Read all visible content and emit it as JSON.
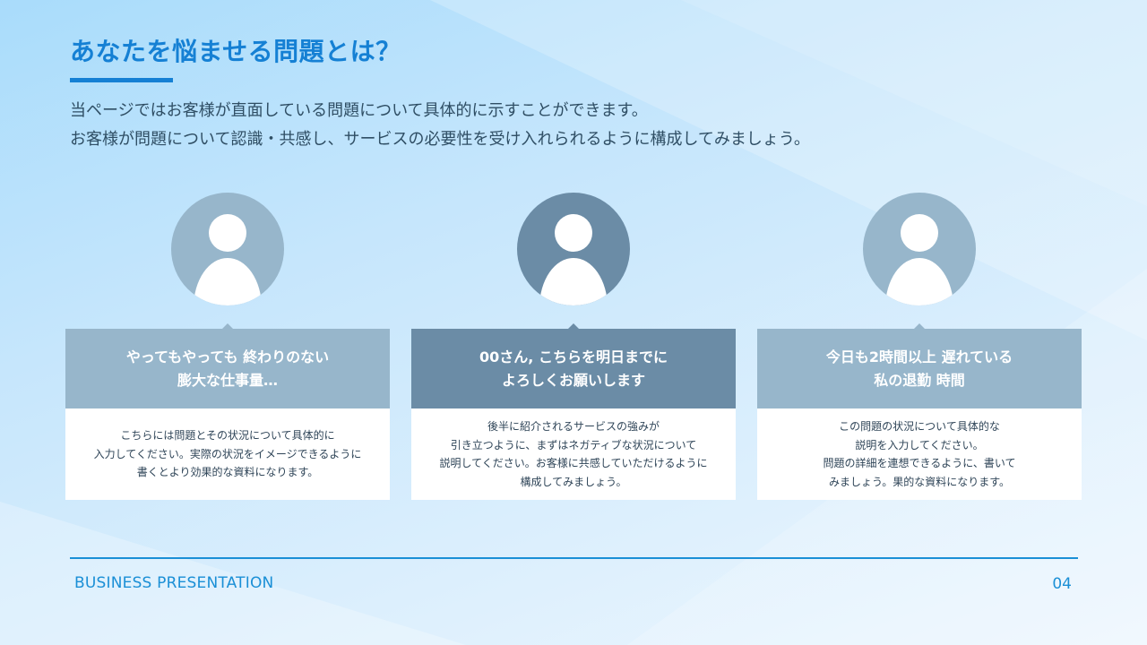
{
  "title": "あなたを悩ませる問題とは？",
  "lead": [
    "当ページではお客様が直面している問題について具体的に示すことができます。",
    "お客様が問題について認識・共感し、サービスの必要性を受け入れられるように構成してみましょう。"
  ],
  "colors": {
    "accent": "#1580d4",
    "card_light": "#97b6cb",
    "card_dark": "#6b8ca6"
  },
  "cards": [
    {
      "icon": "person-icon",
      "heading": [
        "やってもやっても 終わりのない",
        "膨大な仕事量…"
      ],
      "body": [
        "こちらには問題とその状況について具体的に",
        "入力してください。実際の状況をイメージできるように",
        "書くとより効果的な資料になります。"
      ]
    },
    {
      "icon": "person-icon",
      "heading": [
        "00さん, こちらを明日までに",
        "よろしくお願いします"
      ],
      "body": [
        "後半に紹介されるサービスの強みが",
        "引き立つように、まずはネガティブな状況について",
        "説明してください。お客様に共感していただけるように",
        "構成してみましょう。"
      ]
    },
    {
      "icon": "person-icon",
      "heading": [
        "今日も2時間以上 遅れている",
        "私の退勤 時間"
      ],
      "body": [
        "この問題の状況について具体的な",
        "説明を入力してください。",
        "問題の詳細を連想できるように、書いて",
        "みましょう。果的な資料になります。"
      ]
    }
  ],
  "footer": {
    "label": "BUSINESS PRESENTATION",
    "page": "04"
  }
}
